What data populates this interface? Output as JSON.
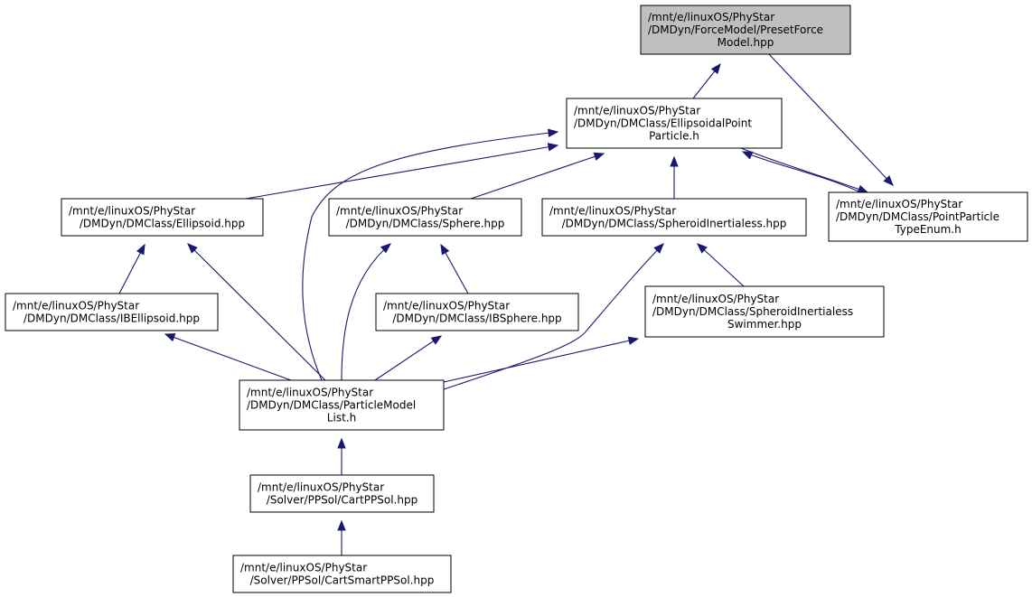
{
  "colors": {
    "edge": "#191970",
    "root_fill": "#bfbfbf",
    "node_fill": "#ffffff",
    "border": "#000000"
  },
  "nodes": {
    "presetforcemodel": {
      "lines": [
        "/mnt/e/linuxOS/PhyStar",
        "/DMDyn/ForceModel/PresetForce",
        "Model.hpp"
      ],
      "highlighted": true
    },
    "ellipsoidalpoint": {
      "lines": [
        "/mnt/e/linuxOS/PhyStar",
        "/DMDyn/DMClass/EllipsoidalPoint",
        "Particle.h"
      ]
    },
    "pointparticletype": {
      "lines": [
        "/mnt/e/linuxOS/PhyStar",
        "/DMDyn/DMClass/PointParticle",
        "TypeEnum.h"
      ]
    },
    "ellipsoid": {
      "lines": [
        "/mnt/e/linuxOS/PhyStar",
        "/DMDyn/DMClass/Ellipsoid.hpp"
      ]
    },
    "sphere": {
      "lines": [
        "/mnt/e/linuxOS/PhyStar",
        "/DMDyn/DMClass/Sphere.hpp"
      ]
    },
    "spheroidinertialess": {
      "lines": [
        "/mnt/e/linuxOS/PhyStar",
        "/DMDyn/DMClass/SpheroidInertialess.hpp"
      ]
    },
    "ibellipsoid": {
      "lines": [
        "/mnt/e/linuxOS/PhyStar",
        "/DMDyn/DMClass/IBEllipsoid.hpp"
      ]
    },
    "ibsphere": {
      "lines": [
        "/mnt/e/linuxOS/PhyStar",
        "/DMDyn/DMClass/IBSphere.hpp"
      ]
    },
    "spheroidswimmer": {
      "lines": [
        "/mnt/e/linuxOS/PhyStar",
        "/DMDyn/DMClass/SpheroidInertialess",
        "Swimmer.hpp"
      ]
    },
    "particlemodellist": {
      "lines": [
        "/mnt/e/linuxOS/PhyStar",
        "/DMDyn/DMClass/ParticleModel",
        "List.h"
      ]
    },
    "cartppsol": {
      "lines": [
        "/mnt/e/linuxOS/PhyStar",
        "/Solver/PPSol/CartPPSol.hpp"
      ]
    },
    "cartsmartppsol": {
      "lines": [
        "/mnt/e/linuxOS/PhyStar",
        "/Solver/PPSol/CartSmartPPSol.hpp"
      ]
    }
  },
  "edges": [
    {
      "from": "ellipsoidalpoint",
      "to": "presetforcemodel"
    },
    {
      "from": "pointparticletype",
      "to": "ellipsoidalpoint"
    },
    {
      "from": "ellipsoidalpoint",
      "to": "pointparticletype"
    },
    {
      "from": "presetforcemodel",
      "to": "pointparticletype"
    },
    {
      "from": "ellipsoid",
      "to": "ellipsoidalpoint"
    },
    {
      "from": "sphere",
      "to": "ellipsoidalpoint"
    },
    {
      "from": "spheroidinertialess",
      "to": "ellipsoidalpoint"
    },
    {
      "from": "particlemodellist",
      "to": "ellipsoidalpoint"
    },
    {
      "from": "ibellipsoid",
      "to": "ellipsoid"
    },
    {
      "from": "particlemodellist",
      "to": "ellipsoid"
    },
    {
      "from": "ibsphere",
      "to": "sphere"
    },
    {
      "from": "particlemodellist",
      "to": "sphere"
    },
    {
      "from": "spheroidswimmer",
      "to": "spheroidinertialess"
    },
    {
      "from": "particlemodellist",
      "to": "spheroidinertialess"
    },
    {
      "from": "particlemodellist",
      "to": "ibellipsoid"
    },
    {
      "from": "particlemodellist",
      "to": "ibsphere"
    },
    {
      "from": "particlemodellist",
      "to": "spheroidswimmer"
    },
    {
      "from": "cartppsol",
      "to": "particlemodellist"
    },
    {
      "from": "cartsmartppsol",
      "to": "cartppsol"
    }
  ]
}
